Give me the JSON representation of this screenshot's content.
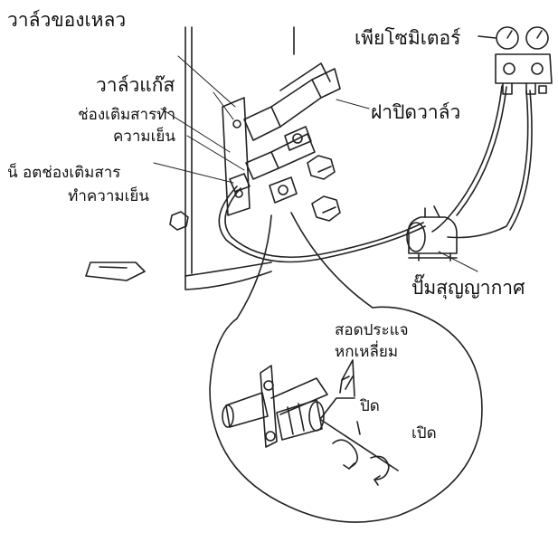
{
  "labels": {
    "liquid_valve": "วาล์วของเหลว",
    "gas_valve": "วาล์วแก๊ส",
    "charge_port_line1": "ช่องเติมสารทำ",
    "charge_port_line2": "ความเย็น",
    "charge_nut_line1": "น็ อตช่องเติมสาร",
    "charge_nut_line2": "ทำความเย็น",
    "manifold_gauge": "เพียโซมิเตอร์",
    "valve_cap": "ฝาปิดวาล์ว",
    "vacuum_pump": "ปั๊มสุญญากาศ",
    "hex_key_line1": "สอดประแจ",
    "hex_key_line2": "หกเหลี่ยม",
    "close": "ปิด",
    "open": "เปิด"
  },
  "colors": {
    "line": "#222222",
    "background": "#ffffff"
  }
}
